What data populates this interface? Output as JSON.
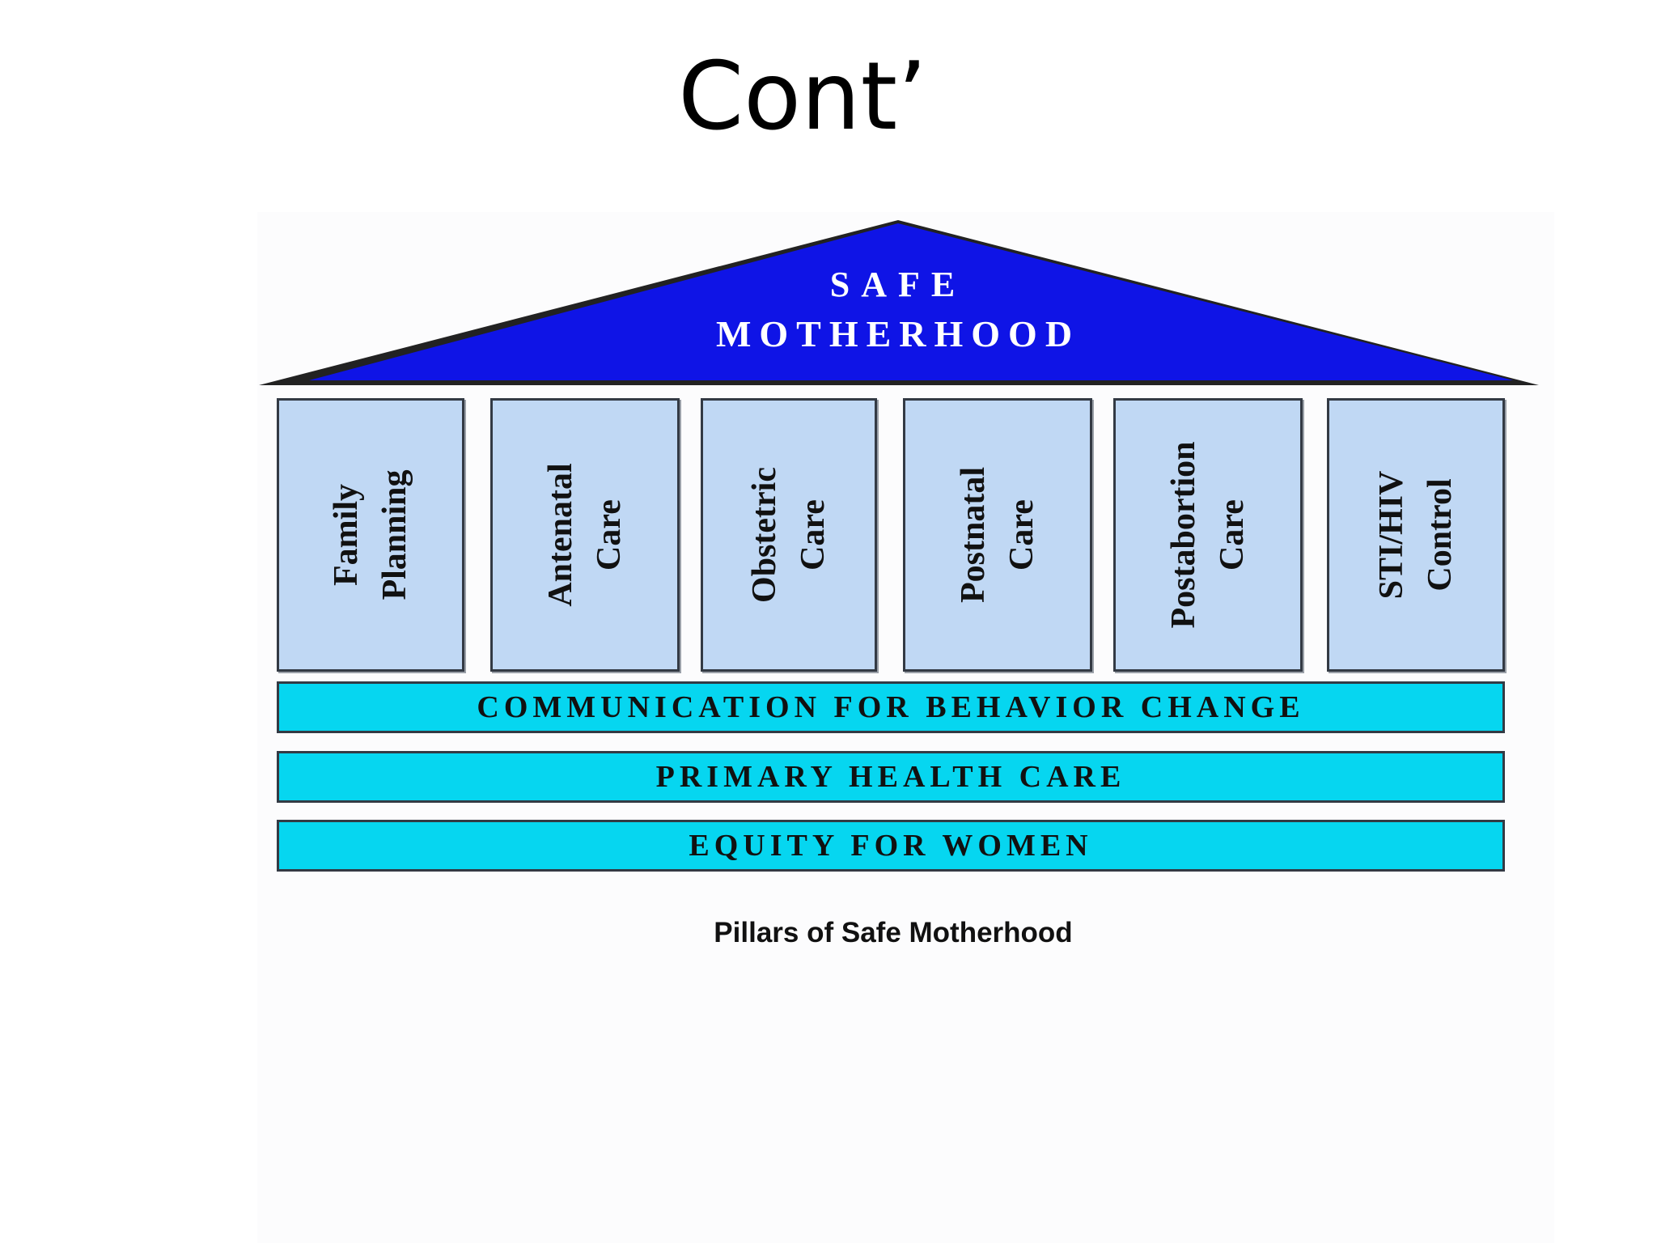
{
  "slide": {
    "title": "Cont’"
  },
  "diagram": {
    "roof": {
      "line1": "SAFE",
      "line2": "MOTHERHOOD",
      "color": "#0f14e6"
    },
    "pillars": [
      {
        "line1": "Family",
        "line2": "Planning"
      },
      {
        "line1": "Antenatal",
        "line2": "Care"
      },
      {
        "line1": "Obstetric",
        "line2": "Care"
      },
      {
        "line1": "Postnatal",
        "line2": "Care"
      },
      {
        "line1": "Postabortion",
        "line2": "Care"
      },
      {
        "line1": "STI/HIV",
        "line2": "Control"
      }
    ],
    "pillar_color": "#c0d8f4",
    "bands": [
      "COMMUNICATION FOR BEHAVIOR CHANGE",
      "PRIMARY HEALTH CARE",
      "EQUITY FOR WOMEN"
    ],
    "band_color": "#06d6f0",
    "caption": "Pillars of Safe Motherhood"
  }
}
